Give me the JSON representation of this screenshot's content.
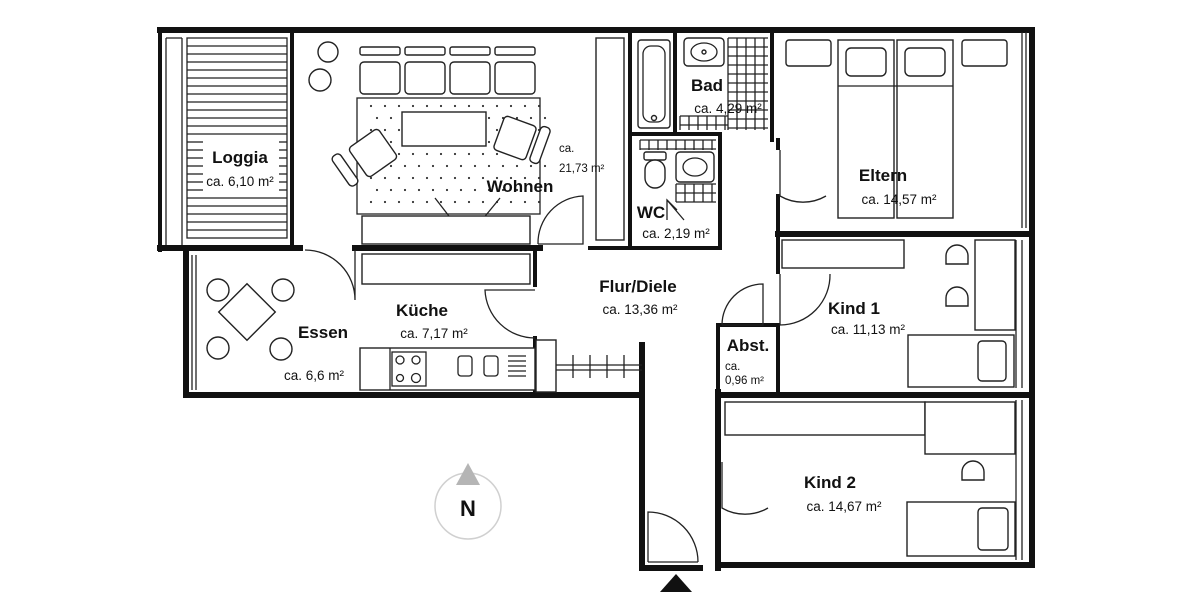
{
  "rooms": {
    "loggia": {
      "name": "Loggia",
      "area": "ca. 6,10 m²"
    },
    "wohnen": {
      "name": "Wohnen",
      "area_line1": "ca.",
      "area_line2": "21,73 m²"
    },
    "bad": {
      "name": "Bad",
      "area": "ca. 4,29 m²"
    },
    "wc": {
      "name": "WC",
      "area": "ca. 2,19 m²"
    },
    "eltern": {
      "name": "Eltern",
      "area": "ca. 14,57 m²"
    },
    "essen": {
      "name": "Essen",
      "area": "ca. 6,6 m²"
    },
    "kueche": {
      "name": "Küche",
      "area": "ca. 7,17 m²"
    },
    "flur": {
      "name": "Flur/Diele",
      "area": "ca. 13,36 m²"
    },
    "kind1": {
      "name": "Kind 1",
      "area": "ca. 11,13 m²"
    },
    "abst": {
      "name": "Abst.",
      "area_line1": "ca.",
      "area_line2": "0,96 m²"
    },
    "kind2": {
      "name": "Kind 2",
      "area": "ca. 14,67 m²"
    }
  },
  "compass": {
    "letter": "N"
  },
  "icons": {
    "compass": "north-arrow-icon",
    "entrance": "entrance-triangle-icon"
  },
  "colors": {
    "wall": "#111111",
    "background": "#ffffff",
    "compass_arrow": "#b5b5b5"
  }
}
